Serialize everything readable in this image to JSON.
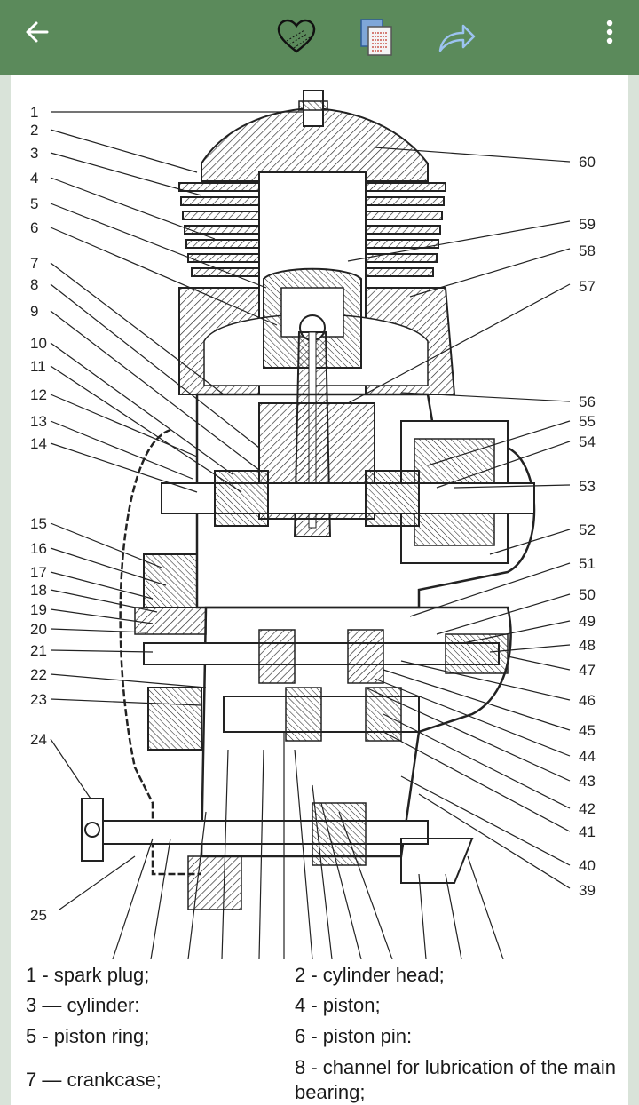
{
  "toolbar": {
    "back": "arrow-left-icon",
    "favorite": "heart-icon",
    "copy": "copy-document-icon",
    "share": "share-arrow-icon",
    "menu": "more-vertical-icon",
    "color": "#5b8a5b"
  },
  "diagram": {
    "left_labels": [
      "1",
      "2",
      "3",
      "4",
      "5",
      "6",
      "7",
      "8",
      "9",
      "10",
      "11",
      "12",
      "13",
      "14",
      "15",
      "16",
      "17",
      "18",
      "19",
      "20",
      "21",
      "22",
      "23",
      "24",
      "25"
    ],
    "right_labels": [
      "60",
      "59",
      "58",
      "57",
      "56",
      "55",
      "54",
      "53",
      "52",
      "51",
      "50",
      "49",
      "48",
      "47",
      "46",
      "45",
      "44",
      "43",
      "42",
      "41",
      "40",
      "39"
    ]
  },
  "legend": [
    {
      "left": "1 - spark plug;",
      "right": "2 - cylinder head;"
    },
    {
      "left": "3 — cylinder:",
      "right": "4 - piston;"
    },
    {
      "left": "5 - piston ring;",
      "right": "6 - piston pin:"
    },
    {
      "left": "7 — crankcase;",
      "right": "8 - channel for lubrication of the main bearing;"
    }
  ]
}
